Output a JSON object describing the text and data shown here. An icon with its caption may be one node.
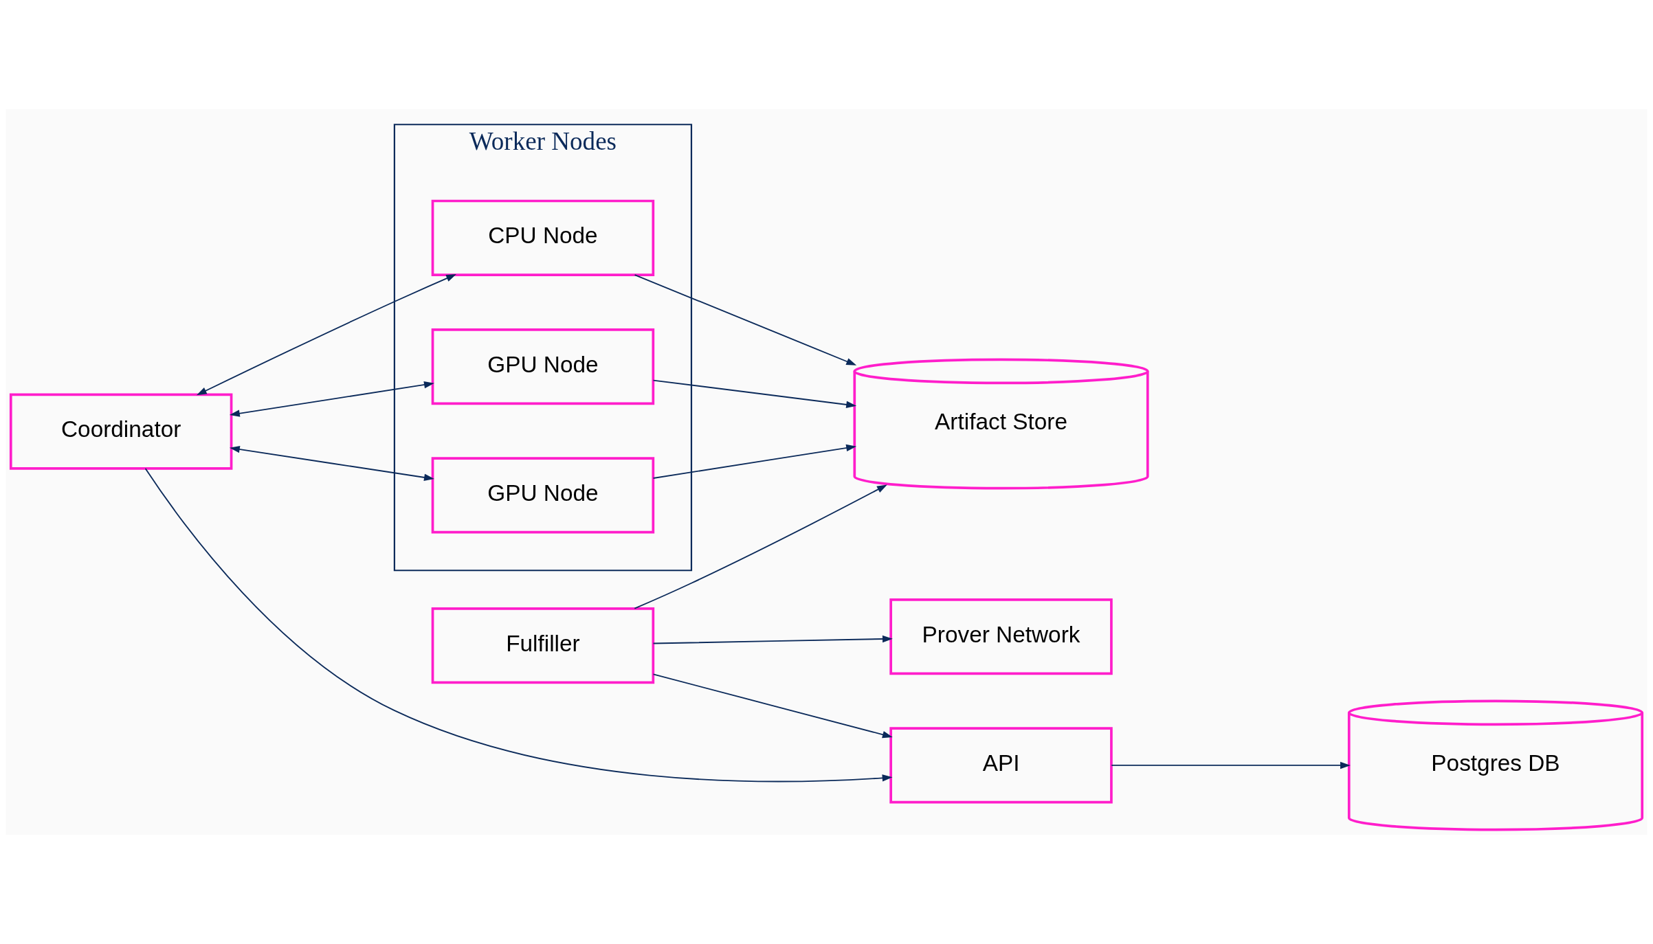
{
  "diagram": {
    "nodes": [
      {
        "text": [
          "Prover Network"
        ]
      },
      {
        "text": [
          "Fulfiller"
        ]
      },
      {
        "text": [
          "API"
        ]
      },
      {
        "text": [
          "Postgres DB"
        ]
      },
      {
        "text": [
          "Worker Nodes"
        ]
      },
      {
        "text": [
          "CPU Node"
        ],
        "in": 4
      },
      {
        "text": [
          "GPU Node"
        ],
        "in": 4
      },
      {
        "text": [
          "GPU Node"
        ],
        "in": 4
      },
      {
        "text": [
          "Coordinator"
        ]
      },
      {
        "text": [
          "Artifact Store"
        ]
      }
    ],
    "edges": [
      {
        "from": 1,
        "to": 0,
        "arrow": "to"
      },
      {
        "from": 1,
        "to": 2,
        "arrow": "to"
      },
      {
        "from": 2,
        "to": 3,
        "arrow": "to"
      },
      {
        "from": 1,
        "to": 9,
        "arrow": "to"
      },
      {
        "from": 8,
        "to": 2,
        "arrow": "to"
      },
      {
        "from": 8,
        "to": 5,
        "arrow": "both"
      },
      {
        "from": 8,
        "to": 6,
        "arrow": "both"
      },
      {
        "from": 8,
        "to": 7,
        "arrow": "both"
      },
      {
        "from": 5,
        "to": 9,
        "arrow": "to"
      },
      {
        "from": 6,
        "to": 9,
        "arrow": "to"
      },
      {
        "from": 7,
        "to": 9,
        "arrow": "to"
      }
    ]
  }
}
